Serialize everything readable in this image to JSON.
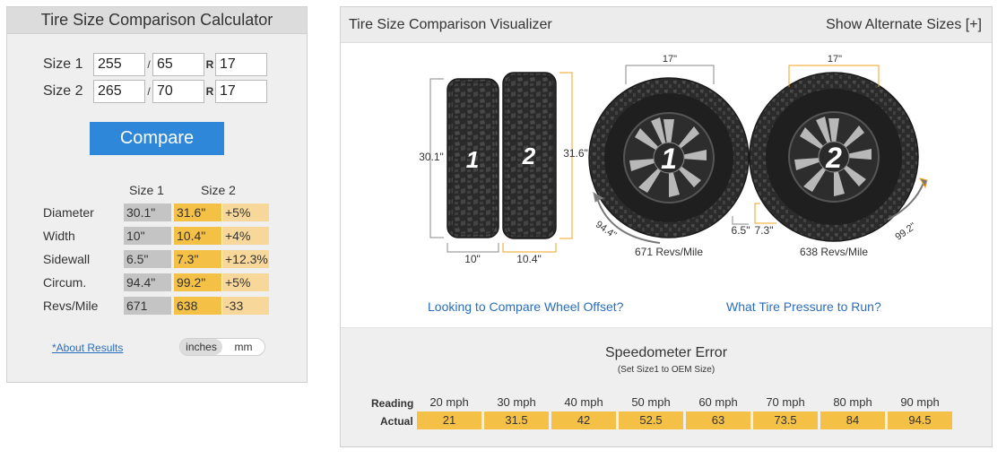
{
  "calculator": {
    "title": "Tire Size Comparison Calculator",
    "size1": {
      "label": "Size 1",
      "width": "255",
      "aspect": "65",
      "rim": "17"
    },
    "size2": {
      "label": "Size 2",
      "width": "265",
      "aspect": "70",
      "rim": "17"
    },
    "slash": "/",
    "r_label": "R",
    "compare_label": "Compare",
    "results": {
      "col1_header": "Size 1",
      "col2_header": "Size 2",
      "rows": [
        {
          "label": "Diameter",
          "size1": "30.1\"",
          "size2": "31.6\"",
          "diff": "+5%"
        },
        {
          "label": "Width",
          "size1": "10\"",
          "size2": "10.4\"",
          "diff": "+4%"
        },
        {
          "label": "Sidewall",
          "size1": "6.5\"",
          "size2": "7.3\"",
          "diff": "+12.3%"
        },
        {
          "label": "Circum.",
          "size1": "94.4\"",
          "size2": "99.2\"",
          "diff": "+5%"
        },
        {
          "label": "Revs/Mile",
          "size1": "671",
          "size2": "638",
          "diff": "-33"
        }
      ]
    },
    "about_link": "*About Results",
    "units": {
      "inches": "inches",
      "mm": "mm",
      "selected": "inches"
    }
  },
  "visualizer": {
    "title": "Tire Size Comparison Visualizer",
    "alternate_link": "Show Alternate Sizes [+]",
    "tire1": {
      "number": "1",
      "diameter": "30.1\"",
      "width": "10\"",
      "rim": "17\"",
      "sidewall": "6.5\"",
      "circumference": "94.4\"",
      "revs": "671 Revs/Mile"
    },
    "tire2": {
      "number": "2",
      "diameter": "31.6\"",
      "width": "10.4\"",
      "rim": "17\"",
      "sidewall": "7.3\"",
      "circumference": "99.2\"",
      "revs": "638 Revs/Mile"
    },
    "offset_link": "Looking to Compare Wheel Offset?",
    "pressure_link": "What Tire Pressure to Run?",
    "speedometer": {
      "title": "Speedometer Error",
      "subtitle": "(Set Size1 to OEM Size)",
      "reading_label": "Reading",
      "actual_label": "Actual",
      "readings": [
        "20 mph",
        "30 mph",
        "40 mph",
        "50 mph",
        "60 mph",
        "70 mph",
        "80 mph",
        "90 mph"
      ],
      "actuals": [
        "21",
        "31.5",
        "42",
        "52.5",
        "63",
        "73.5",
        "84",
        "94.5"
      ]
    }
  },
  "colors": {
    "accent_blue": "#2e87d8",
    "size1_gray": "#c4c4c4",
    "size2_yellow": "#f4c045",
    "diff_light_yellow": "#f8d89a",
    "dimension_orange": "#f0a020",
    "link_blue": "#2a6ebb"
  }
}
